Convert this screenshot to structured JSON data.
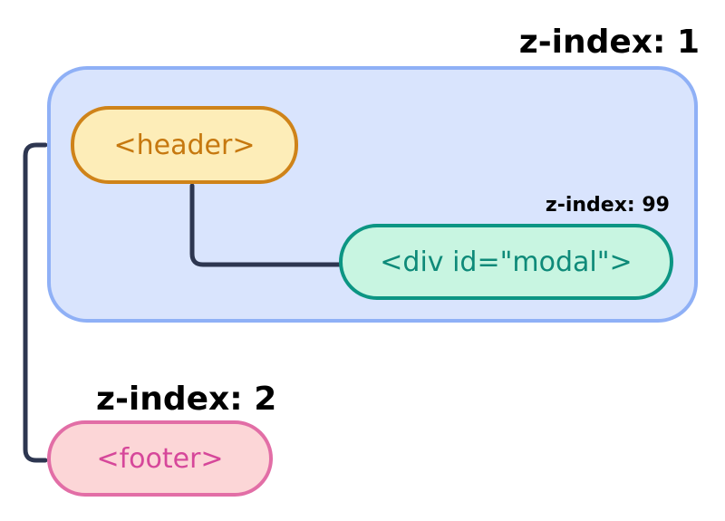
{
  "diagram": {
    "stacking_context": {
      "z_index_label": "z-index: 1"
    },
    "nodes": {
      "header": {
        "label": "<header>"
      },
      "modal": {
        "label": "<div id=\"modal\">",
        "z_index_label": "z-index: 99"
      },
      "footer": {
        "label": "<footer>",
        "z_index_label": "z-index: 2"
      }
    },
    "colors": {
      "connector": "#2d3650",
      "context_fill": "#d9e4fd",
      "context_border": "#8fb0f6",
      "header_fill": "#fdedb8",
      "header_border": "#cf8319",
      "modal_fill": "#c8f5e1",
      "modal_border": "#0c9583",
      "footer_fill": "#fcd6d7",
      "footer_border": "#e26ea6"
    }
  }
}
